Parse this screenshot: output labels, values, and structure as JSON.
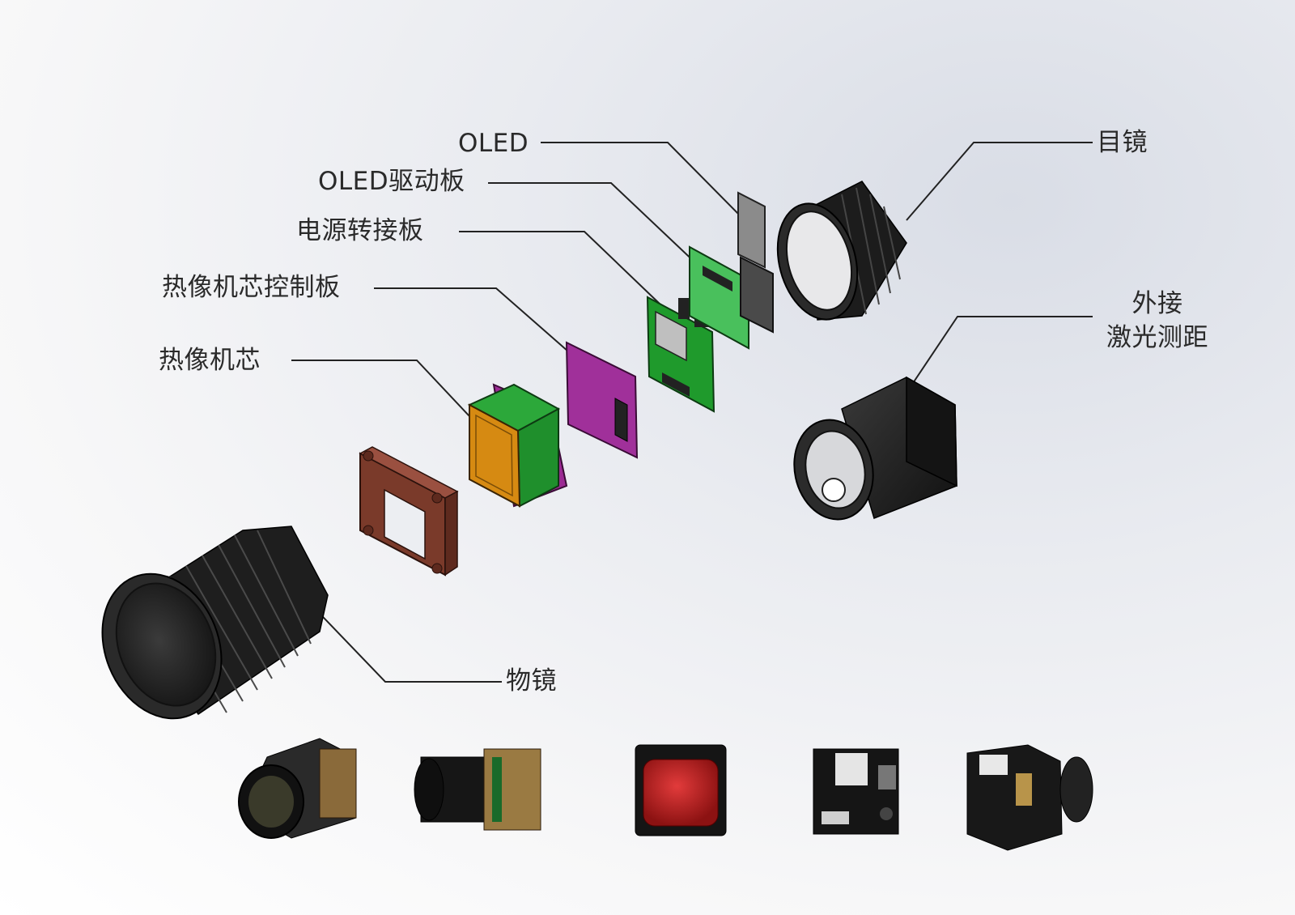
{
  "labels": {
    "oled": "OLED",
    "oled_driver": "OLED驱动板",
    "power_adapter": "电源转接板",
    "core_control": "热像机芯控制板",
    "thermal_core": "热像机芯",
    "eyepiece": "目镜",
    "rangefinder_line1": "外接",
    "rangefinder_line2": "激光测距",
    "objective": "物镜"
  },
  "colors": {
    "pcb_green": "#1f9a2c",
    "control_purple": "#9b2a93",
    "bracket_brown": "#7a3a2a",
    "sensor_orange": "#d68a12",
    "housing_dark": "#1c1c1c",
    "leader_line": "#222222"
  },
  "photos": [
    {
      "name": "thermal-module-with-lens"
    },
    {
      "name": "thermal-module-side-view"
    },
    {
      "name": "thermal-sensor-red-window"
    },
    {
      "name": "driver-board-photo"
    },
    {
      "name": "assembled-module-board"
    }
  ]
}
